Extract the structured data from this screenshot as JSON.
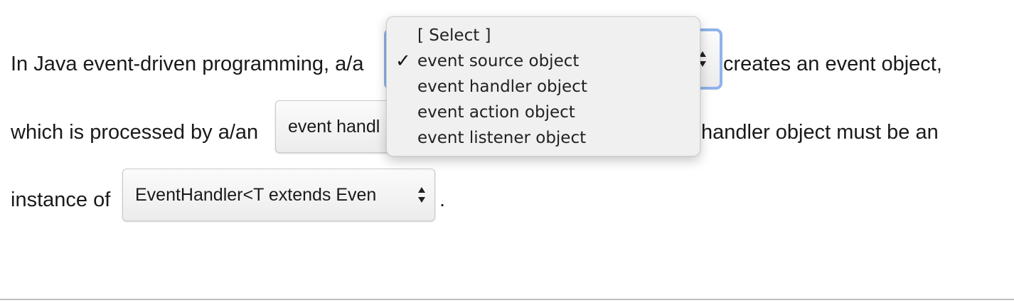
{
  "question": {
    "line1_before": "In Java event-driven programming, a/a",
    "line1_after": "creates an event object,",
    "line2_before": "which is processed by a/an",
    "line2_after": "handler object must be an",
    "line3_before": "instance of",
    "line3_after": "."
  },
  "dropdowns": {
    "blank1": {
      "selected": "event source object",
      "open": true
    },
    "blank2": {
      "visible_value": "event handl"
    },
    "blank3": {
      "visible_value": "EventHandler<T extends Even"
    }
  },
  "popup": {
    "options": [
      {
        "label": "[ Select ]",
        "checked": false
      },
      {
        "label": "event source object",
        "checked": true
      },
      {
        "label": "event handler object",
        "checked": false
      },
      {
        "label": "event action object",
        "checked": false
      },
      {
        "label": "event listener object",
        "checked": false
      }
    ],
    "check_glyph": "✓"
  },
  "colors": {
    "focus_ring": "#8fb3ea",
    "popup_bg": "#f0f0f0",
    "text": "#1a1a1a"
  },
  "icons": {
    "select_arrows": "up-down-chevron-icon",
    "checkmark": "checkmark-icon"
  }
}
